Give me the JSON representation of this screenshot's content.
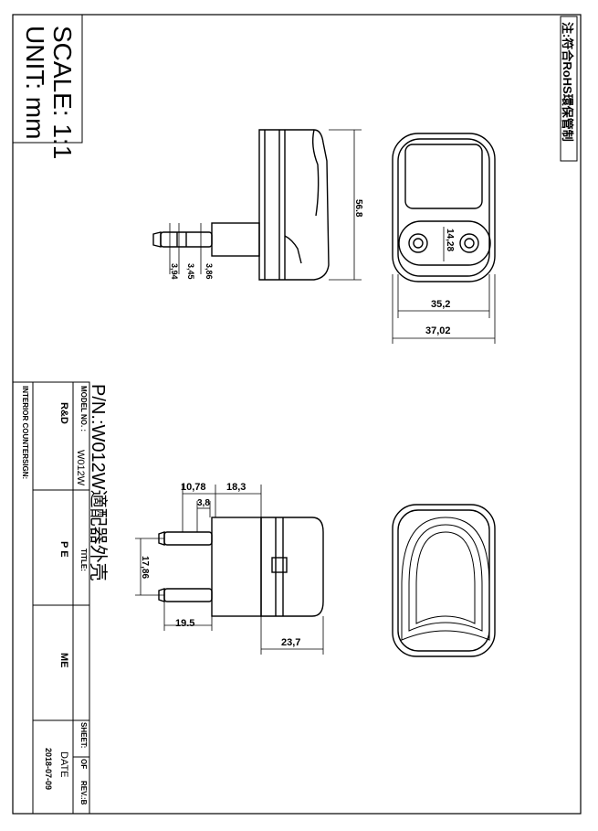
{
  "drawing": {
    "rohs_note": "注:符合RoHS環保管制",
    "scale": "SCALE: 1:1",
    "unit": "UNIT: mm",
    "part_number": "P/N.:W012W適配器外壳",
    "title_block": {
      "model_no_label": "MODEL NO. :",
      "model_no_value": "W012W",
      "title_label": "TITLE:",
      "rd_label": "R&D",
      "pe_label": "P E",
      "me_label": "ME",
      "sheet_label": "SHEET:",
      "of_label": "OF",
      "date_label": "DATE",
      "date_value": "2018-07-09",
      "rev_label": "REV.:B",
      "interior_countersign": "INTERIOR COUNTERSIGN:"
    },
    "dimensions": {
      "height": "56.8",
      "pin_pitch_top": "14,28",
      "width_inner": "35,2",
      "width_outer": "37,02",
      "pin_d1": "3,94",
      "pin_d2": "3,45",
      "pin_d3": "3,86",
      "bottom_a": "10,78",
      "bottom_b": "18,3",
      "bottom_c": "3,8",
      "pin_pitch_bottom": "17,86",
      "pin_length": "19.5",
      "body_depth": "23,7"
    }
  }
}
